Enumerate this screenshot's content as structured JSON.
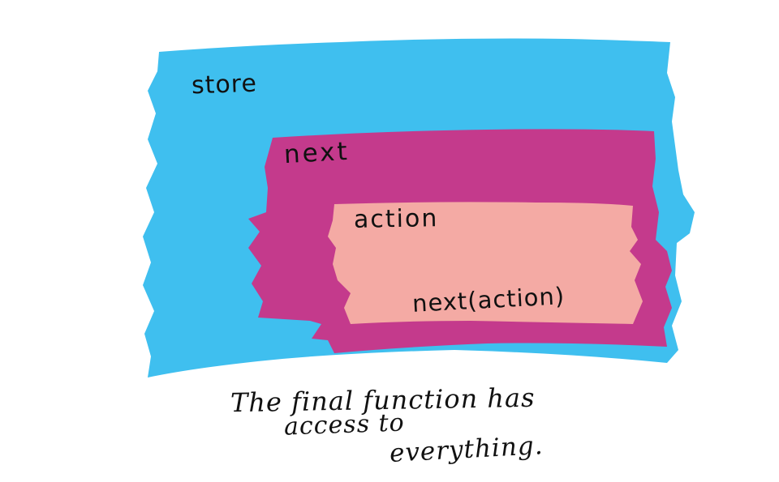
{
  "colors": {
    "store_layer": "#3fbfef",
    "next_layer": "#c43a8c",
    "action_layer": "#f4aaa4",
    "ink": "#111111",
    "background": "#ffffff"
  },
  "layers": {
    "store": {
      "label": "store"
    },
    "next": {
      "label": "next"
    },
    "action": {
      "label": "action",
      "call": "next(action)"
    }
  },
  "caption": {
    "line1": "The final function has",
    "line2": "access to",
    "line3": "everything."
  }
}
